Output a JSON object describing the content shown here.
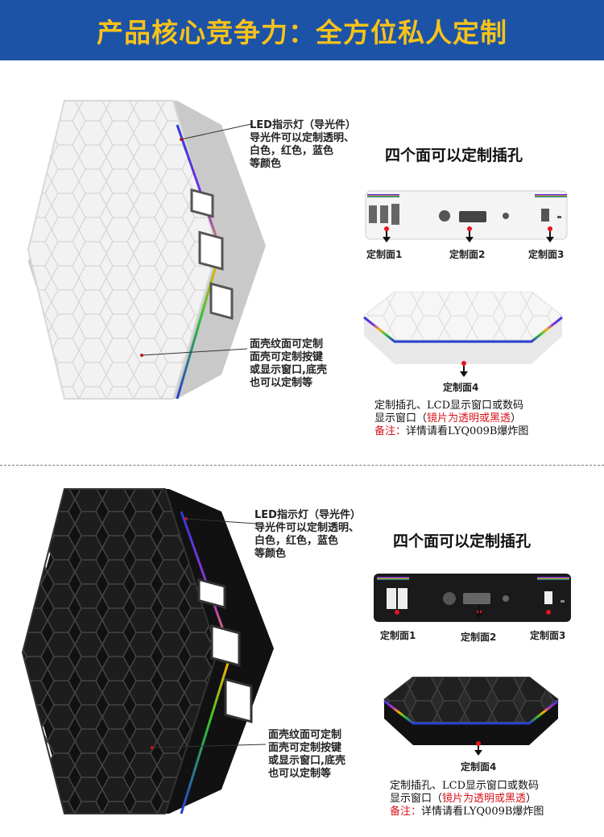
{
  "banner": {
    "title": "产品核心竞争力：全方位私人定制"
  },
  "sections": [
    {
      "variant": "white",
      "led_annotation": [
        "LED指示灯（导光件）",
        "导光件可以定制透明、",
        "白色，红色，蓝色",
        "等颜色"
      ],
      "shell_annotation": [
        "面壳纹面可定制",
        "面壳可定制按键",
        "或显示窗口,底壳",
        "也可以定制等"
      ],
      "heading": "四个面可以定制插孔",
      "faces": [
        "定制面1",
        "定制面2",
        "定制面3",
        "定制面4"
      ],
      "note": {
        "line1": "定制插孔、LCD显示窗口或数码",
        "line2_prefix": "显示窗口（",
        "line2_red": "镜片为透明或黑透",
        "line2_suffix": "）",
        "remark_label": "备注：",
        "remark_text": "详情请看LYQ009B爆炸图"
      }
    },
    {
      "variant": "black",
      "led_annotation": [
        "LED指示灯（导光件）",
        "导光件可以定制透明、",
        "白色，红色，蓝色",
        "等颜色"
      ],
      "shell_annotation": [
        "面壳纹面可定制",
        "面壳可定制按键",
        "或显示窗口,底壳",
        "也可以定制等"
      ],
      "heading": "四个面可以定制插孔",
      "faces": [
        "定制面1",
        "定制面2",
        "定制面3",
        "定制面4"
      ],
      "note": {
        "line1": "定制插孔、LCD显示窗口或数码",
        "line2_prefix": "显示窗口（",
        "line2_red": "镜片为透明或黑透",
        "line2_suffix": "）",
        "remark_label": "备注：",
        "remark_text": "详情请看LYQ009B爆炸图"
      }
    }
  ],
  "colors": {
    "banner_bg": "#1c53a6",
    "banner_text": "#f7c21a",
    "accent_red": "#d8141b"
  }
}
